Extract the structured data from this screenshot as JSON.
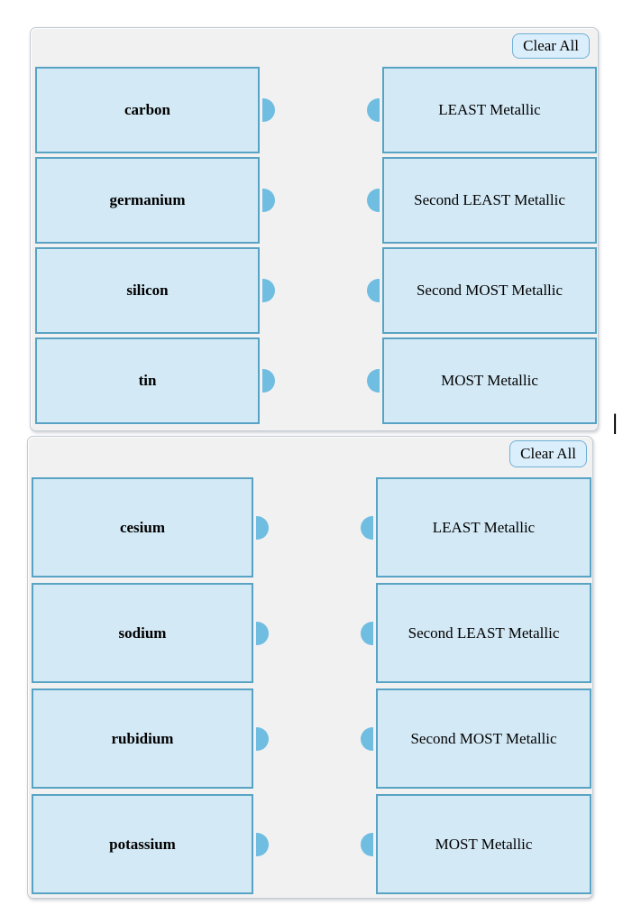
{
  "cursor": "|",
  "colors": {
    "panel_bg": "#f1f1f2",
    "panel_border": "#c5cbd3",
    "card_bg": "#d3e9f6",
    "card_border": "#58a3c4",
    "connector_nub": "#6fbde0",
    "button_bg": "#dbeefb",
    "button_border": "#6fb0d6",
    "text": "#000000"
  },
  "panels": [
    {
      "clear_all_label": "Clear All",
      "left_items": [
        "carbon",
        "germanium",
        "silicon",
        "tin"
      ],
      "right_items": [
        "LEAST Metallic",
        "Second LEAST Metallic",
        "Second MOST Metallic",
        "MOST Metallic"
      ]
    },
    {
      "clear_all_label": "Clear All",
      "left_items": [
        "cesium",
        "sodium",
        "rubidium",
        "potassium"
      ],
      "right_items": [
        "LEAST Metallic",
        "Second LEAST Metallic",
        "Second MOST Metallic",
        "MOST Metallic"
      ]
    }
  ]
}
